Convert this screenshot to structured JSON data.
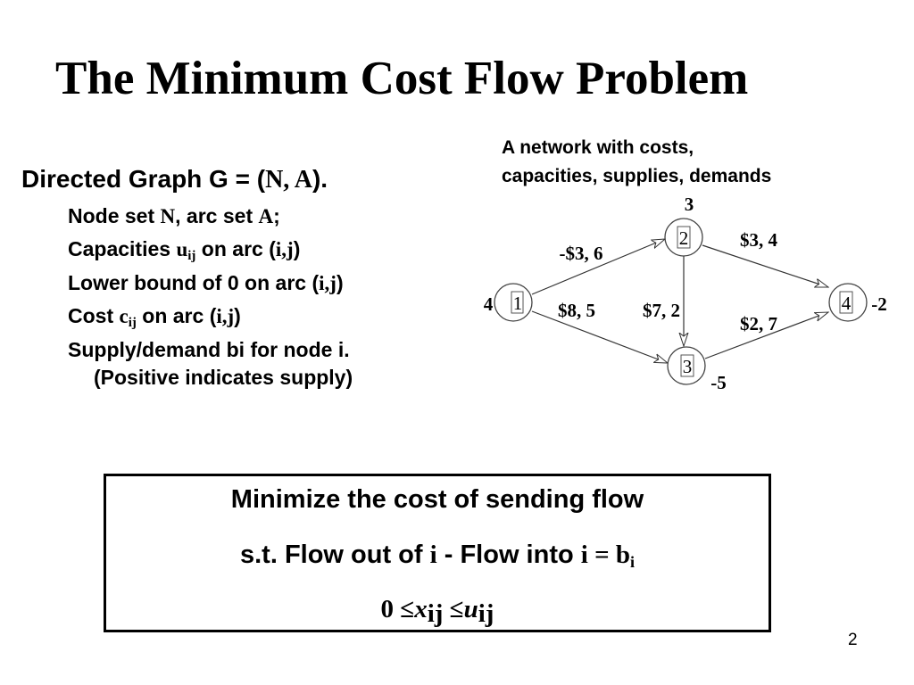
{
  "title": "The Minimum Cost Flow Problem",
  "caption": {
    "line1": "A network with costs,",
    "line2": "capacities, supplies, demands"
  },
  "graph_def": {
    "prefix": "Directed Graph G = (",
    "sets": "N, A",
    "suffix": ")."
  },
  "bullets": {
    "node_set": {
      "a": "Node set ",
      "n": "N",
      "b": ", arc set ",
      "a_sym": "A",
      "end": ";"
    },
    "capacities": {
      "a": "Capacities ",
      "sym": "u",
      "sub": "ij",
      "b": " on arc (",
      "ij": "i,j",
      "end": ")"
    },
    "lower_bound": {
      "a": "Lower bound of 0 on arc (",
      "ij": "i,j",
      "end": ")"
    },
    "cost": {
      "a": "Cost ",
      "sym": "c",
      "sub": "ij",
      "b": " on arc (",
      "ij": "i,j",
      "end": ")"
    },
    "supply": {
      "line1": "Supply/demand bi for node i.",
      "line2": "(Positive indicates supply)"
    }
  },
  "network": {
    "nodes": [
      {
        "id": "1",
        "supply": "4"
      },
      {
        "id": "2",
        "supply": "3"
      },
      {
        "id": "3",
        "supply": "-5"
      },
      {
        "id": "4",
        "supply": "-2"
      }
    ],
    "arcs": [
      {
        "from": "1",
        "to": "2",
        "label": "-$3, 6"
      },
      {
        "from": "1",
        "to": "3",
        "label": "$8, 5"
      },
      {
        "from": "2",
        "to": "3",
        "label": "$7, 2"
      },
      {
        "from": "2",
        "to": "4",
        "label": "$3, 4"
      },
      {
        "from": "3",
        "to": "4",
        "label": "$2, 7"
      }
    ]
  },
  "objective": {
    "line1": "Minimize the cost of sending flow",
    "line2_a": "s.t. Flow out of ",
    "line2_i1": "i",
    "line2_b": " - Flow into ",
    "line2_i2": "i = b",
    "line2_sub": "i",
    "line3_a": "0 ≤",
    "line3_x": "x",
    "line3_xsub": "ij",
    "line3_le": " ≤",
    "line3_u": "u",
    "line3_usub": "ij"
  },
  "page_number": "2"
}
